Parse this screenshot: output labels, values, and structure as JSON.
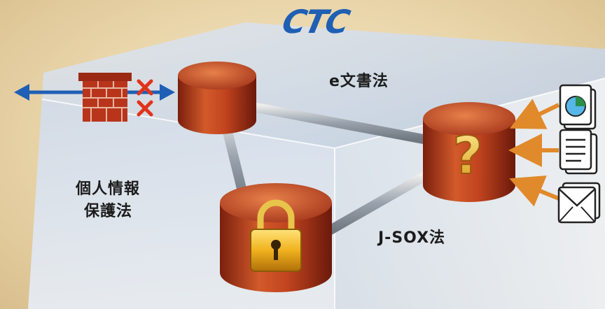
{
  "logo": {
    "text": "CTC",
    "color": "#1f5fb4"
  },
  "labels": {
    "e_doc_law": "e文書法",
    "privacy_law_line1": "個人情報",
    "privacy_law_line2": "保護法",
    "jsox_law": "J-SOX法"
  },
  "databases": [
    {
      "id": "db-top",
      "icon": "none"
    },
    {
      "id": "db-lock",
      "icon": "padlock-icon"
    },
    {
      "id": "db-question",
      "icon": "question-mark-icon",
      "glyph": "?"
    }
  ],
  "document_icons": [
    "pie-chart-document-icon",
    "text-document-icon",
    "envelope-icon"
  ],
  "colors": {
    "accent_arrow": "#1f5fb4",
    "input_arrow": "#e08a2c",
    "block_error": "#e2331b",
    "cylinder": "#b8351c"
  }
}
